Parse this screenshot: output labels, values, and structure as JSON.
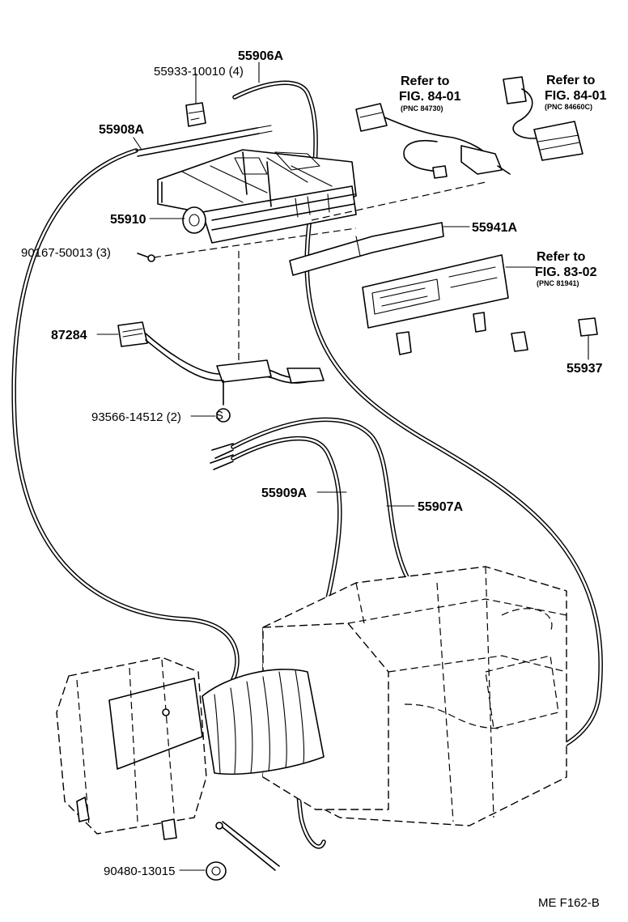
{
  "labels": {
    "l_55906a": "55906A",
    "l_55933": "55933-10010 (4)",
    "l_55908a": "55908A",
    "l_55910": "55910",
    "l_90167": "90167-50013 (3)",
    "l_87284": "87284",
    "l_93566": "93566-14512 (2)",
    "l_55941a": "55941A",
    "l_55937": "55937",
    "l_55909a": "55909A",
    "l_55907a": "55907A",
    "l_90480": "90480-13015",
    "bolt_mark": "S"
  },
  "refs": {
    "r1_a": "Refer to",
    "r1_b": "FIG. 84-01",
    "r1_pnc": "(PNC 84730)",
    "r2_a": "Refer to",
    "r2_b": "FIG. 84-01",
    "r2_pnc": "(PNC 84660C)",
    "r3_a": "Refer to",
    "r3_b": "FIG. 83-02",
    "r3_pnc": "(PNC 81941)"
  },
  "footer": {
    "code": "ME  F162-B"
  }
}
